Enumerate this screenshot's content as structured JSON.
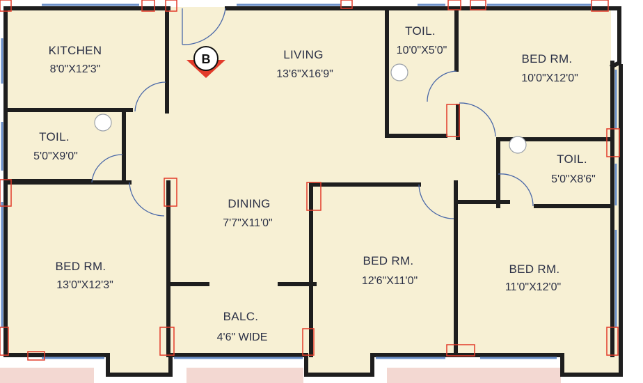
{
  "marker": {
    "letter": "B"
  },
  "rooms": {
    "kitchen": {
      "name": "KITCHEN",
      "size": "8'0\"X12'3\""
    },
    "living": {
      "name": "LIVING",
      "size": "13'6\"X16'9\""
    },
    "toilet_top": {
      "name": "TOIL.",
      "size": "10'0\"X5'0\""
    },
    "bed_top_right": {
      "name": "BED RM.",
      "size": "10'0\"X12'0\""
    },
    "toilet_left": {
      "name": "TOIL.",
      "size": "5'0\"X9'0\""
    },
    "toilet_right": {
      "name": "TOIL.",
      "size": "5'0\"X8'6\""
    },
    "dining": {
      "name": "DINING",
      "size": "7'7\"X11'0\""
    },
    "bed_left": {
      "name": "BED RM.",
      "size": "13'0\"X12'3\""
    },
    "bed_middle": {
      "name": "BED RM.",
      "size": "12'6\"X11'0\""
    },
    "bed_bottom_right": {
      "name": "BED RM.",
      "size": "11'0\"X12'0\""
    },
    "balcony": {
      "name": "BALC.",
      "size": "4'6\" WIDE"
    }
  },
  "colors": {
    "floor": "#f7f0d4",
    "wall": "#1e1e1e",
    "window": "#6a8fc8",
    "column": "#e23b2a",
    "door": "#4a68a8"
  }
}
